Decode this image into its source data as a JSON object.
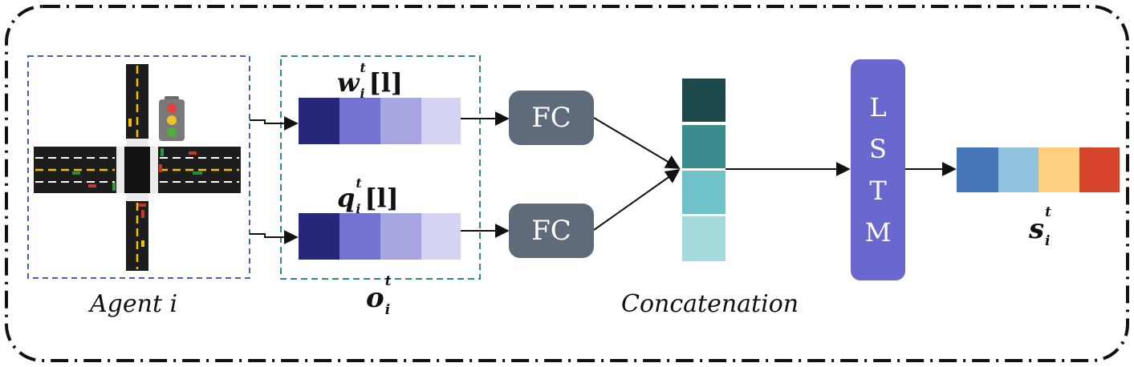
{
  "labels": {
    "agent": "Agent i",
    "observation": {
      "base": "o",
      "sup": "t",
      "sub": "i"
    },
    "concatenation": "Concatenation",
    "output": {
      "base": "s",
      "sup": "t",
      "sub": "i"
    },
    "w_label": {
      "base": "w",
      "sup": "t",
      "sub": "i",
      "bracket": "[l]"
    },
    "q_label": {
      "base": "q",
      "sup": "t",
      "sub": "i",
      "bracket": "[l]"
    }
  },
  "blocks": {
    "fc_top": "FC",
    "fc_bottom": "FC",
    "lstm_letters": [
      "L",
      "S",
      "T",
      "M"
    ]
  },
  "colors": {
    "vector_purple": [
      "#27277a",
      "#7472d2",
      "#a8a6e2",
      "#d4d3f2"
    ],
    "concat_teal": [
      "#1f4a4c",
      "#3b8c8f",
      "#6fc2c7",
      "#a6d9dc"
    ],
    "output_vector": [
      "#4575b4",
      "#91c2df",
      "#fdcf7e",
      "#d7442b"
    ],
    "fc": "#5f6b7b",
    "lstm": "#6a67cf",
    "agent_border": "#4a5fb0",
    "obs_border": "#2e8b8b"
  }
}
